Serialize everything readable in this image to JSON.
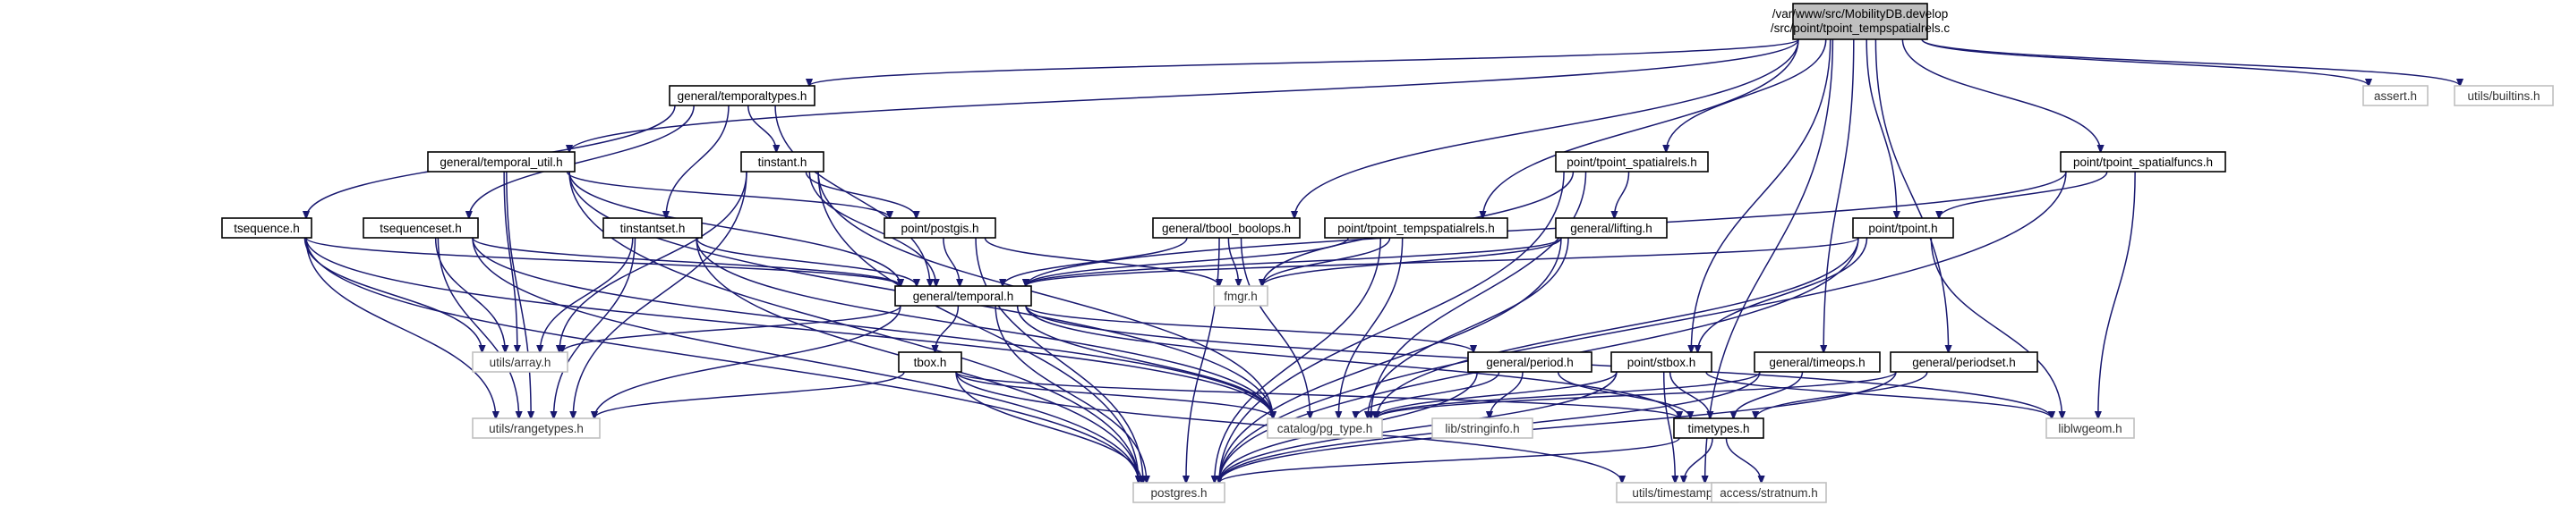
{
  "root": {
    "line1": "/var/www/src/MobilityDB.develop",
    "line2": "/src/point/tpoint_tempspatialrels.c"
  },
  "nodes": {
    "assert": "assert.h",
    "builtins": "utils/builtins.h",
    "temporaltypes": "general/temporaltypes.h",
    "temporal_util": "general/temporal_util.h",
    "tinstant": "tinstant.h",
    "tsequence": "tsequence.h",
    "tsequenceset": "tsequenceset.h",
    "tinstantset": "tinstantset.h",
    "postgis": "point/postgis.h",
    "tbool_boolops": "general/tbool_boolops.h",
    "tpoint_tempspatialrels": "point/tpoint_tempspatialrels.h",
    "tpoint_spatialrels": "point/tpoint_spatialrels.h",
    "lifting": "general/lifting.h",
    "tpoint_spatialfuncs": "point/tpoint_spatialfuncs.h",
    "tpoint": "point/tpoint.h",
    "fmgr": "fmgr.h",
    "temporal": "general/temporal.h",
    "array": "utils/array.h",
    "tbox": "tbox.h",
    "period": "general/period.h",
    "stbox": "point/stbox.h",
    "timeops": "general/timeops.h",
    "periodset": "general/periodset.h",
    "rangetypes": "utils/rangetypes.h",
    "pg_type": "catalog/pg_type.h",
    "stringinfo": "lib/stringinfo.h",
    "timetypes": "timetypes.h",
    "liblwgeom": "liblwgeom.h",
    "postgres": "postgres.h",
    "timestamp": "utils/timestamp.h",
    "stratnum": "access/stratnum.h"
  },
  "colors": {
    "edge": "#191970",
    "node_border": "#000000",
    "external_border": "#bfbfbf",
    "root_fill": "#bfbfbf"
  }
}
